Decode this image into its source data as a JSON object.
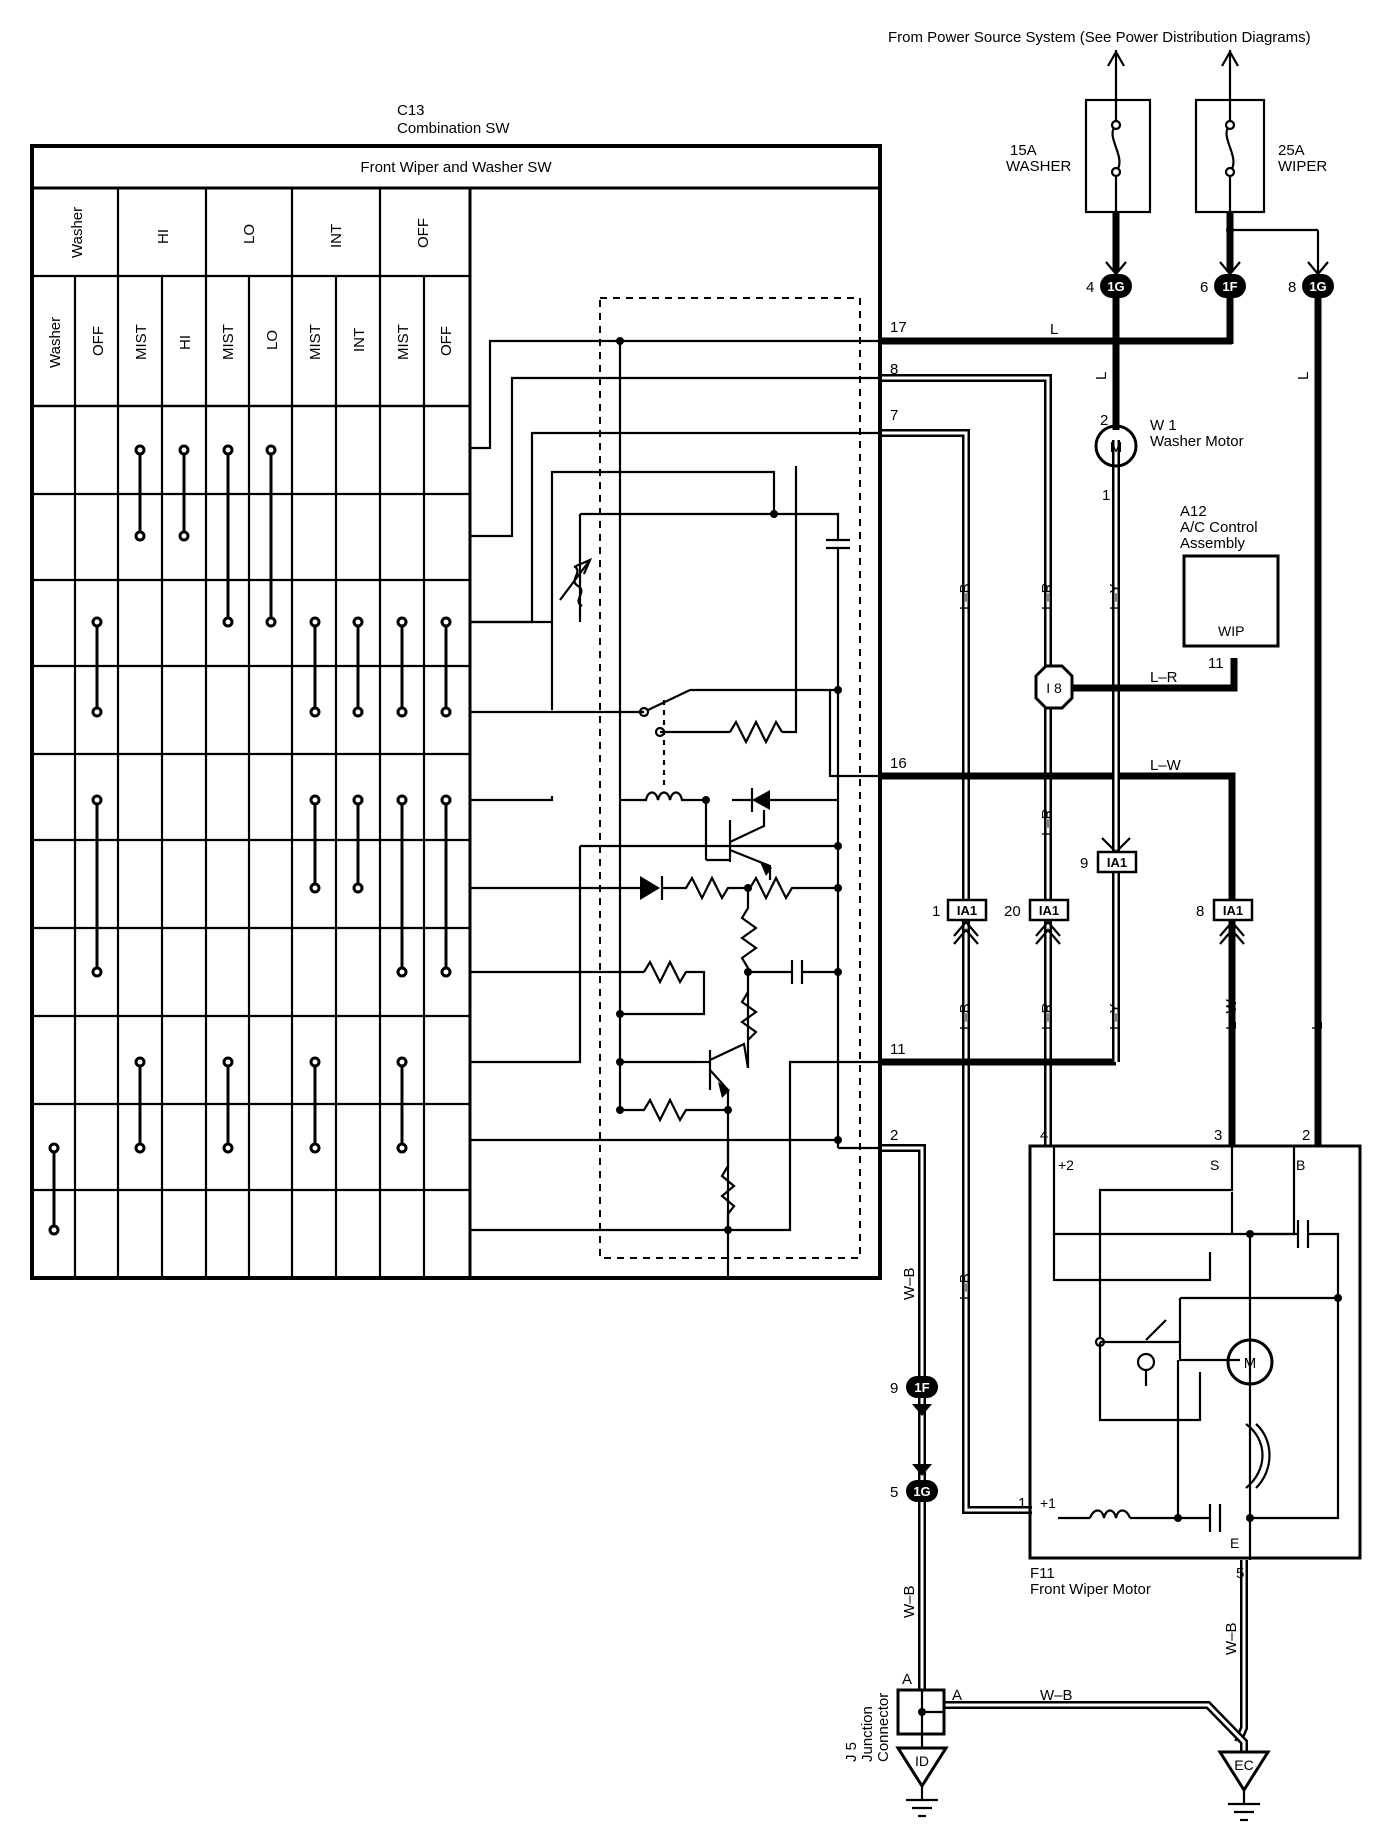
{
  "header": {
    "power_source": "From Power Source System (See Power Distribution Diagrams)"
  },
  "fuses": {
    "washer": {
      "amp": "15A",
      "name": "WASHER"
    },
    "wiper": {
      "amp": "25A",
      "name": "WIPER"
    }
  },
  "switch": {
    "code": "C13",
    "name": "Combination SW",
    "title": "Front Wiper and Washer SW",
    "positions": [
      "Washer",
      "HI",
      "LO",
      "INT",
      "OFF"
    ],
    "subpositions": [
      "Washer",
      "OFF",
      "MIST",
      "HI",
      "MIST",
      "LO",
      "MIST",
      "INT",
      "MIST",
      "OFF"
    ],
    "pins": [
      "17",
      "8",
      "7",
      "16",
      "11",
      "2"
    ]
  },
  "connectors": {
    "g4": {
      "pin": "4",
      "name": "1G"
    },
    "f6": {
      "pin": "6",
      "name": "1F"
    },
    "g8": {
      "pin": "8",
      "name": "1G"
    },
    "i8": {
      "name": "I 8"
    },
    "ia1_9": {
      "pin": "9",
      "name": "IA1"
    },
    "ia1_1": {
      "pin": "1",
      "name": "IA1"
    },
    "ia1_20": {
      "pin": "20",
      "name": "IA1"
    },
    "ia1_8": {
      "pin": "8",
      "name": "IA1"
    },
    "f9": {
      "pin": "9",
      "name": "1F"
    },
    "g5": {
      "pin": "5",
      "name": "1G"
    }
  },
  "wires": {
    "L": "L",
    "LR": "L–R",
    "LY": "L–Y",
    "LB": "L–B",
    "LW": "L–W",
    "WB": "W–B"
  },
  "washer_motor": {
    "code": "W 1",
    "name": "Washer Motor",
    "pin_top": "2",
    "pin_bottom": "1",
    "symbol": "M"
  },
  "ac_control": {
    "code": "A12",
    "name1": "A/C Control",
    "name2": "Assembly",
    "terminal": "WIP",
    "pin": "11"
  },
  "wiper_motor": {
    "code": "F11",
    "name": "Front Wiper Motor",
    "terminals": {
      "plus2": "+2",
      "s": "S",
      "b": "B",
      "plus1": "+1",
      "e": "E"
    },
    "pins": {
      "plus2": "4",
      "s": "3",
      "b": "2",
      "plus1": "1",
      "e": "5"
    },
    "symbol": "M"
  },
  "junction": {
    "code": "J 5",
    "name1": "Junction",
    "name2": "Connector",
    "in": "A",
    "out": "A"
  },
  "grounds": {
    "left": "ID",
    "right": "EC"
  }
}
